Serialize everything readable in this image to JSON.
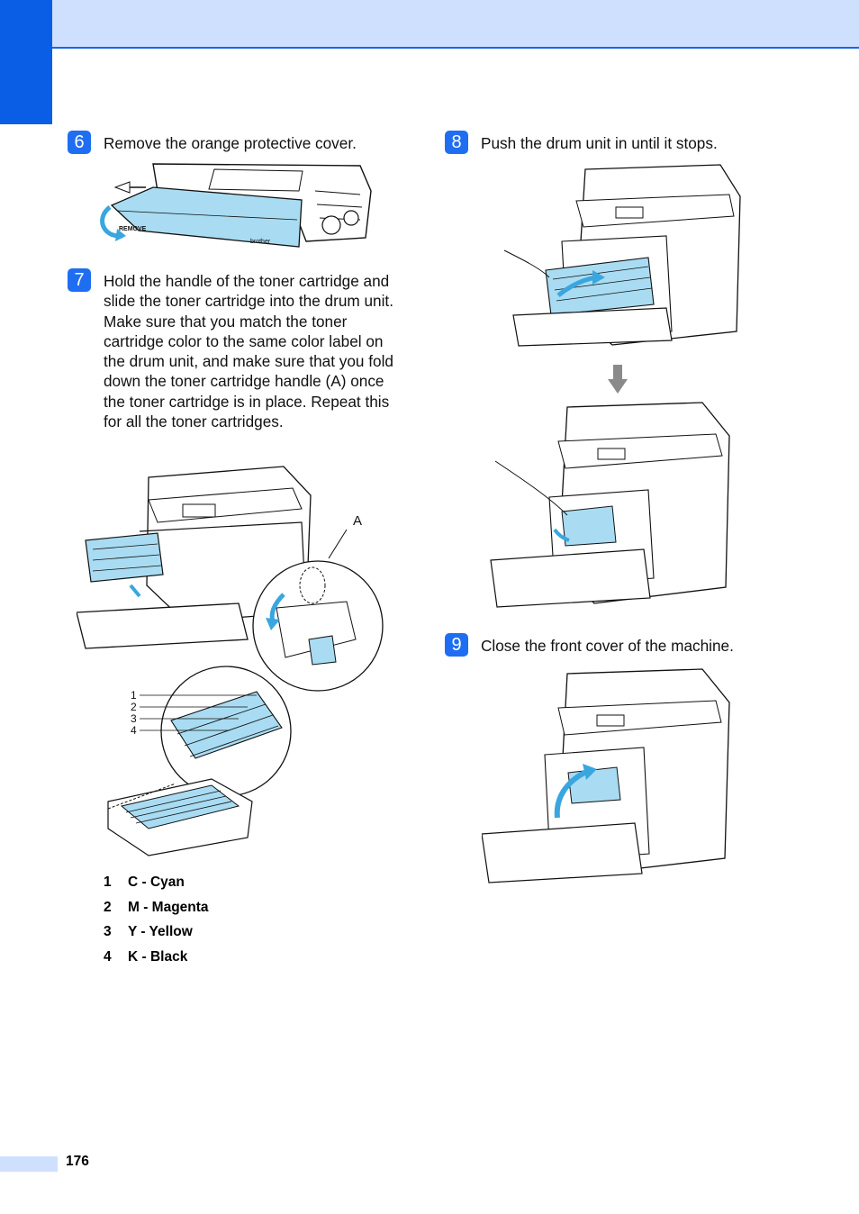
{
  "steps": [
    {
      "number": "6",
      "text": "Remove the orange protective cover."
    },
    {
      "number": "7",
      "text": "Hold the handle of the toner cartridge and slide the toner cartridge into the drum unit. Make sure that you match the toner cartridge color to the same color label on the drum unit, and make sure that you fold down the toner cartridge handle (A) once the toner cartridge is in place. Repeat this for all the toner cartridges."
    },
    {
      "number": "8",
      "text": "Push the drum unit in until it stops."
    },
    {
      "number": "9",
      "text": "Close the front cover of the machine."
    }
  ],
  "figures": {
    "cover": {
      "remove_label": "REMOVE",
      "brand_label": "brother"
    },
    "toner": {
      "callout_a": "A",
      "callouts": [
        "1",
        "2",
        "3",
        "4"
      ]
    }
  },
  "legend": [
    {
      "num": "1",
      "label": "C - Cyan"
    },
    {
      "num": "2",
      "label": "M - Magenta"
    },
    {
      "num": "3",
      "label": "Y - Yellow"
    },
    {
      "num": "4",
      "label": "K - Black"
    }
  ],
  "page_number": "176",
  "colors": {
    "accent": "#1f6ef2",
    "header": "#cfe0ff",
    "cyan": "#a9dcf2",
    "arrow": "#3aa6e0"
  }
}
